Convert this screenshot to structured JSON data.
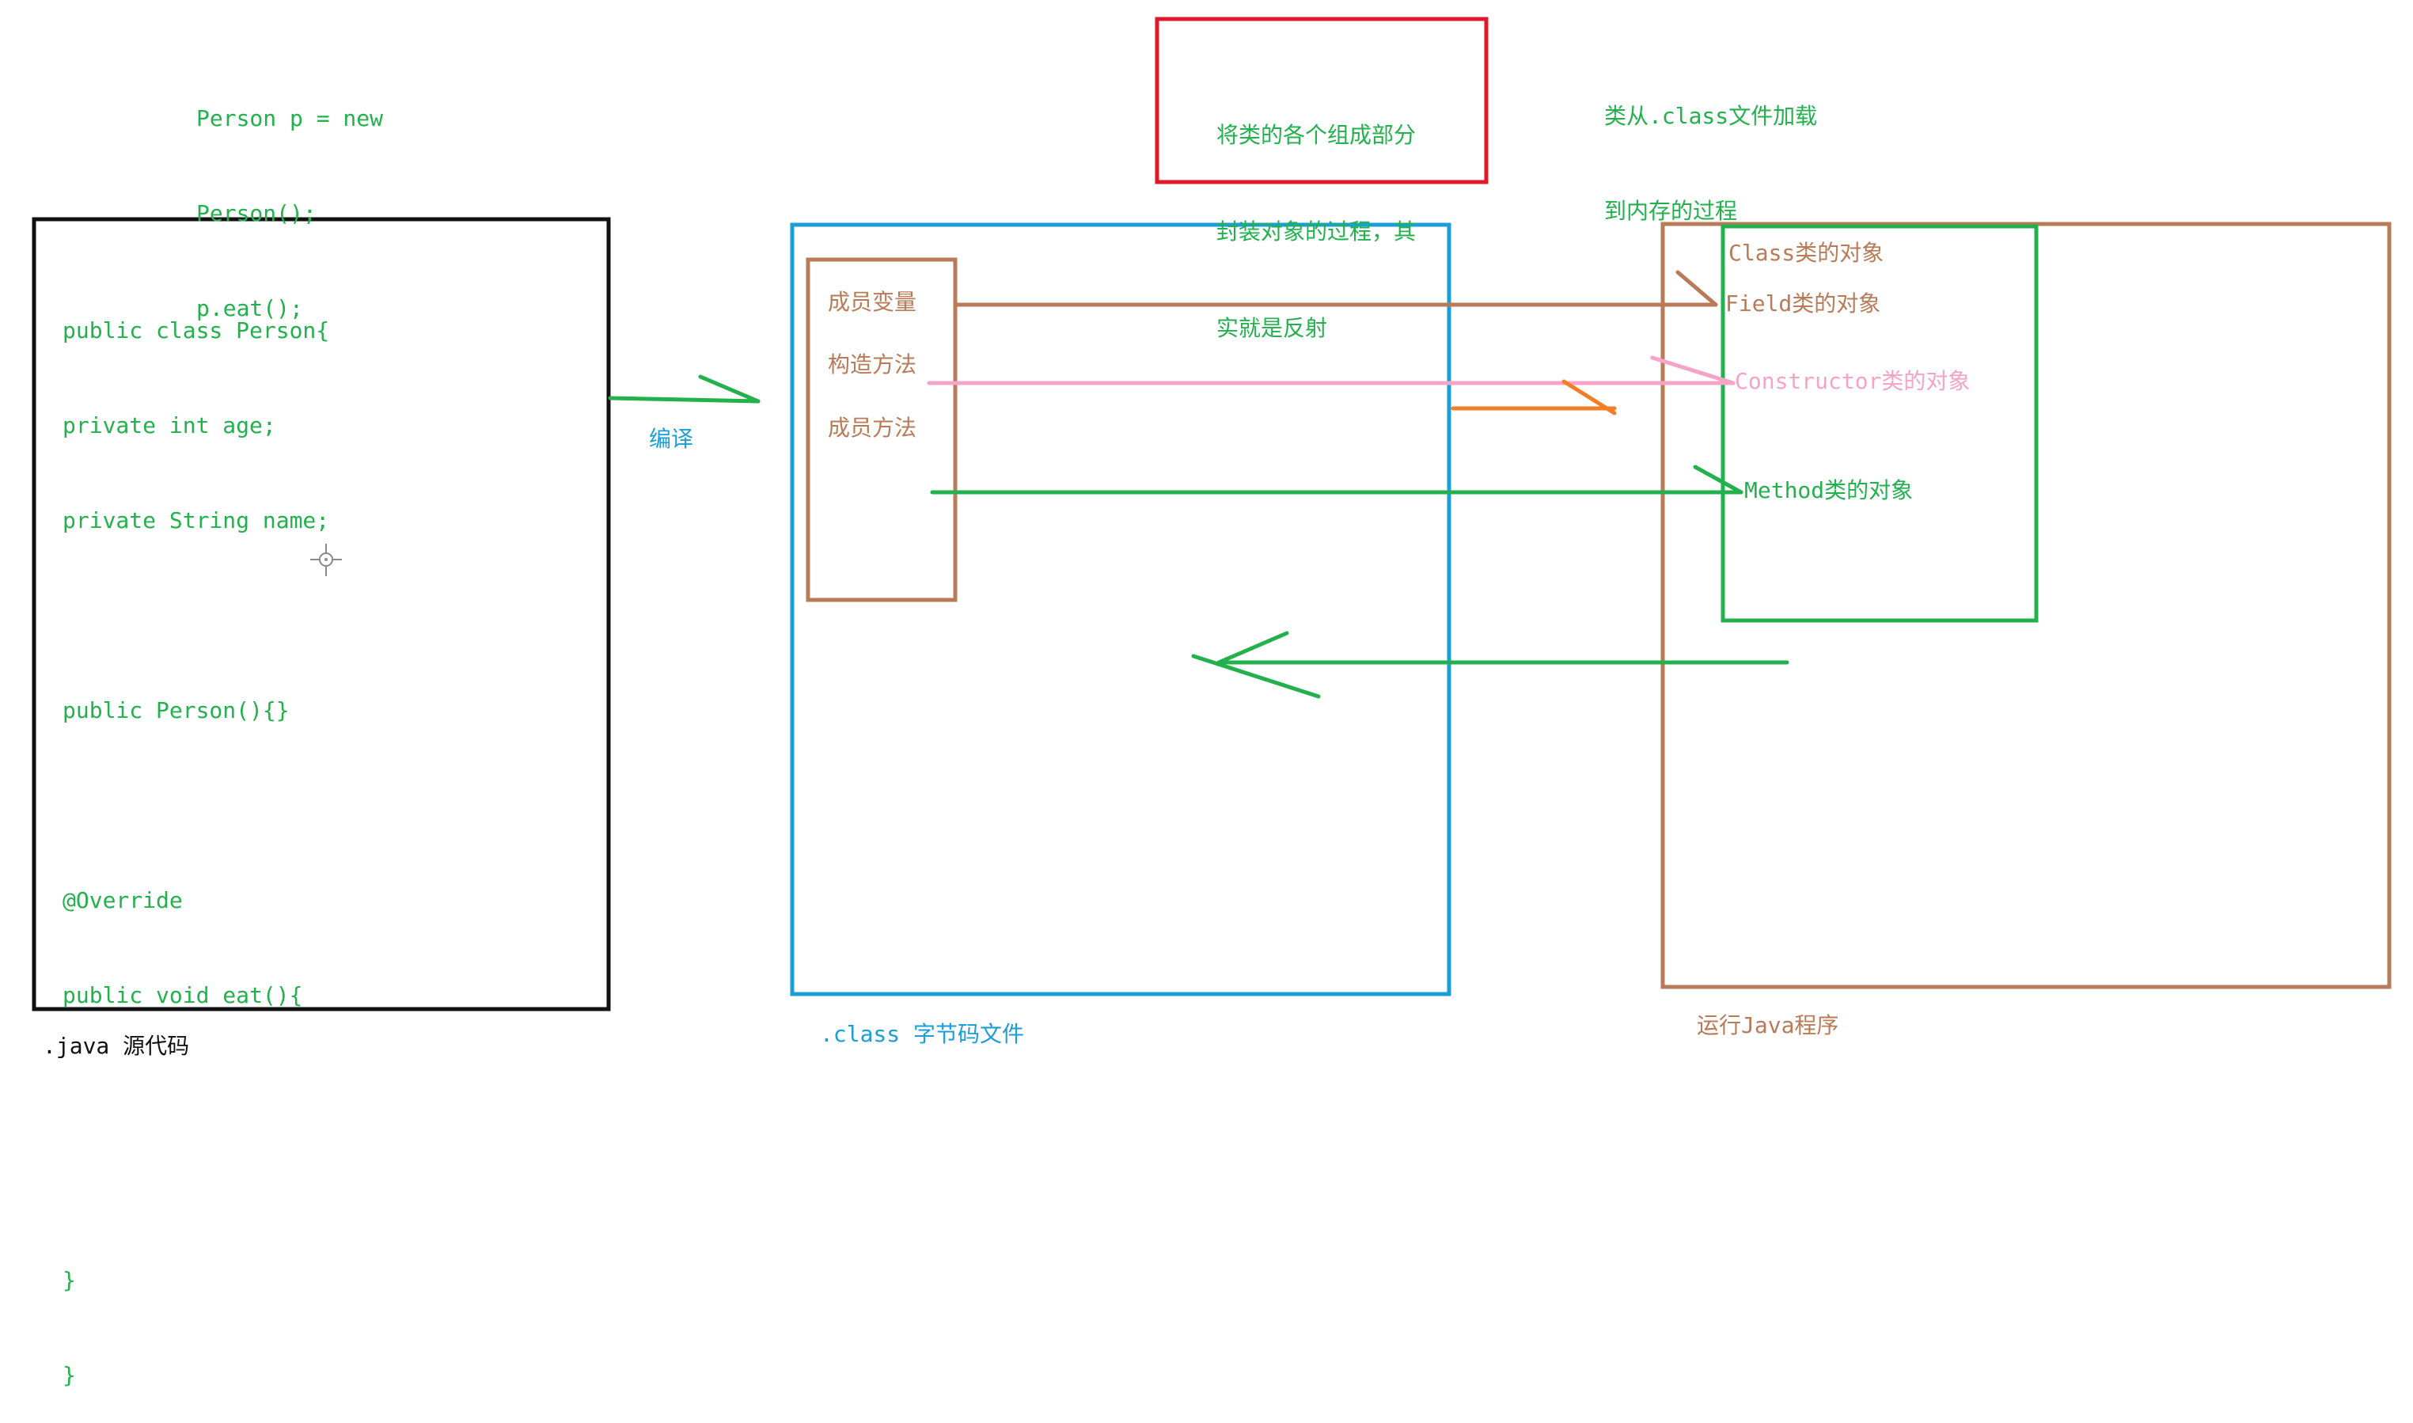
{
  "colors": {
    "green": "#22b14c",
    "brown": "#b97a57",
    "pink": "#f5a3c7",
    "blue": "#1a9ed8",
    "red": "#e0182a",
    "orange": "#f07f28",
    "black": "#111111",
    "cursor": "#8a8a8a"
  },
  "top_code": [
    "Person p = new",
    "Person();",
    "p.eat();"
  ],
  "reflection_note": [
    "将类的各个组成部分",
    "封装对象的过程，其",
    "实就是反射"
  ],
  "loading_note": [
    "类从.class文件加载",
    "到内存的过程"
  ],
  "source_box": {
    "code": [
      "public class Person{",
      "private int age;",
      "private String name;",
      "",
      "public Person(){}",
      "",
      "@Override",
      "public void eat(){",
      "",
      "",
      "}",
      "}"
    ],
    "caption": ".java 源代码"
  },
  "compile_label": "编译",
  "class_box": {
    "members": [
      "成员变量",
      "构造方法",
      "成员方法"
    ],
    "caption": ".class 字节码文件"
  },
  "runtime_box": {
    "class_object": "Class类的对象",
    "field_object": "Field类的对象",
    "constructor_object": "Constructor类的对象",
    "method_object": "Method类的对象",
    "caption": "运行Java程序"
  },
  "cursor_icon": "crosshair-cursor"
}
